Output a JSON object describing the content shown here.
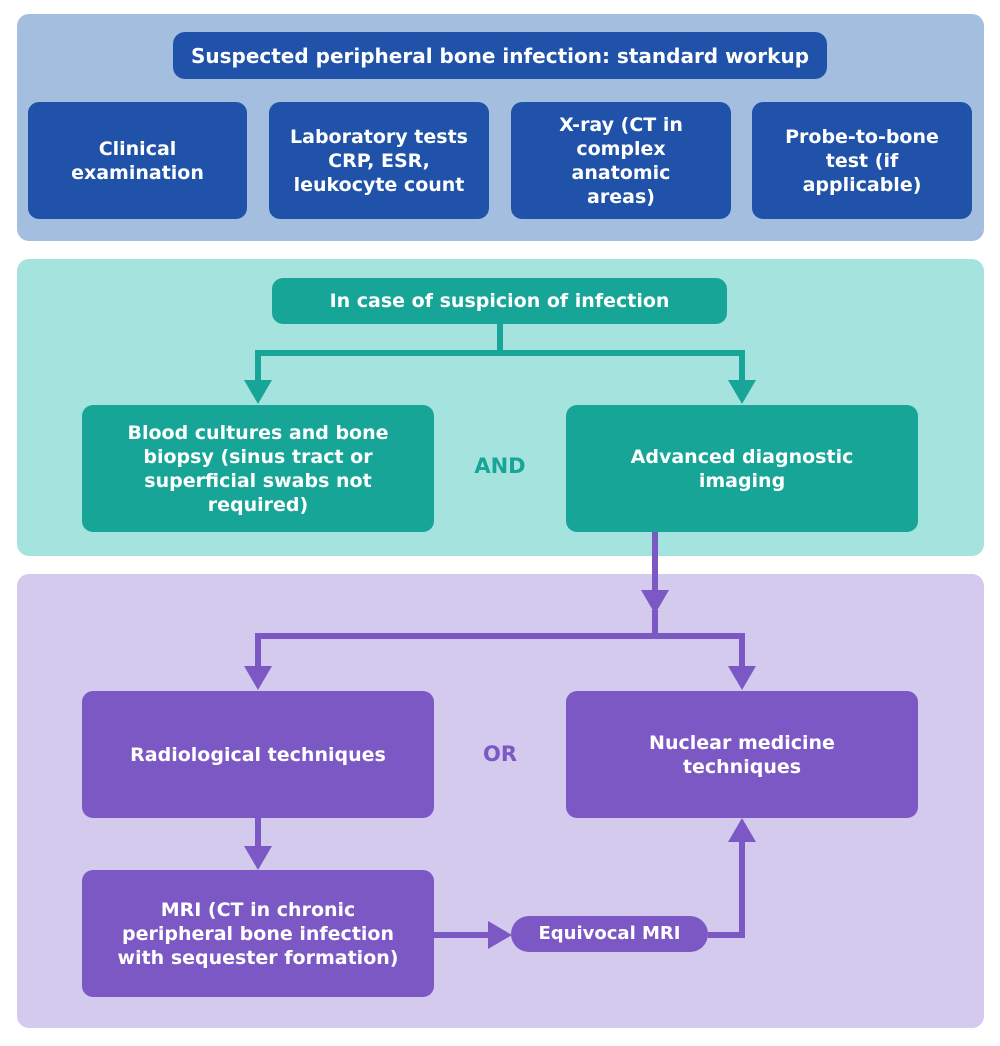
{
  "colors": {
    "workup_panel": "#a3bedf",
    "workup_box": "#1f52a8",
    "suspicion_panel": "#a5e4de",
    "suspicion_box": "#16a597",
    "imaging_panel": "#d4caed",
    "imaging_box": "#7b58c4"
  },
  "workup": {
    "title": "Suspected peripheral bone infection: standard workup",
    "items": [
      "Clinical\nexamination",
      "Laboratory tests\nCRP, ESR,\nleukocyte count",
      "X-ray (CT in\ncomplex anatomic\nareas)",
      "Probe-to-bone\ntest (if applicable)"
    ]
  },
  "suspicion": {
    "title": "In case of suspicion of infection",
    "left": "Blood cultures and bone\nbiopsy (sinus tract or\nsuperficial swabs not\nrequired)",
    "connector": "AND",
    "right": "Advanced diagnostic\nimaging"
  },
  "imaging": {
    "left": "Radiological techniques",
    "connector": "OR",
    "right": "Nuclear medicine\ntechniques",
    "mri": "MRI (CT in chronic\nperipheral bone infection\nwith sequester formation)",
    "equivocal": "Equivocal MRI"
  }
}
